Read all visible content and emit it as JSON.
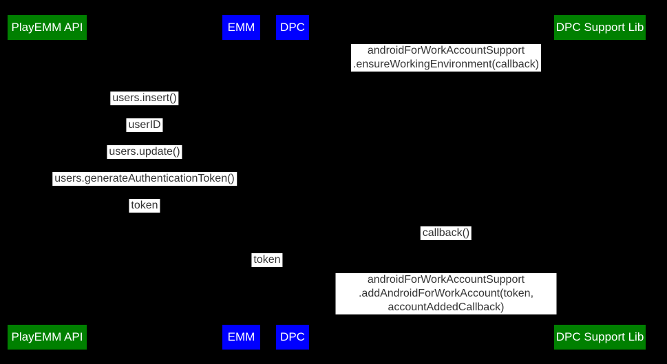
{
  "diagram": {
    "type": "sequence-diagram",
    "colors": {
      "background": "#000000",
      "actor_green": "#008000",
      "actor_blue": "#0000ff",
      "actor_text": "#ffffff",
      "message_background": "#ffffff",
      "message_text": "#333333"
    },
    "actors": [
      {
        "label": "PlayEMM API",
        "color": "green"
      },
      {
        "label": "EMM",
        "color": "blue"
      },
      {
        "label": "DPC",
        "color": "blue"
      },
      {
        "label": "DPC Support Lib",
        "color": "green"
      }
    ],
    "messages": [
      {
        "label": "androidForWorkAccountSupport\n.ensureWorkingEnvironment(callback)"
      },
      {
        "label": "users.insert()"
      },
      {
        "label": "userID"
      },
      {
        "label": "users.update()"
      },
      {
        "label": "users.generateAuthenticationToken()"
      },
      {
        "label": "token"
      },
      {
        "label": "callback()"
      },
      {
        "label": "token"
      },
      {
        "label": "androidForWorkAccountSupport\n.addAndroidForWorkAccount(token, accountAddedCallback)"
      }
    ]
  }
}
